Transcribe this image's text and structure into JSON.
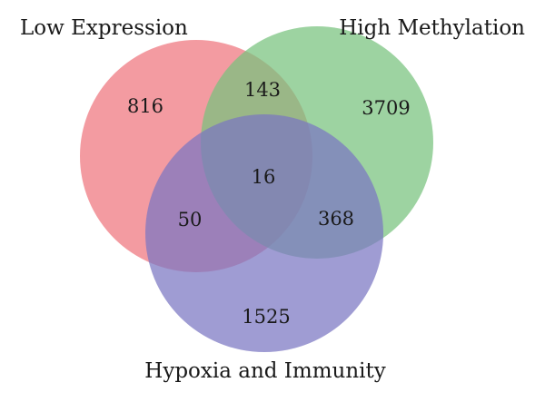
{
  "sets": [
    {
      "name": "Low Expression",
      "color": "#f07f86"
    },
    {
      "name": "High Methylation",
      "color": "#77c27d"
    },
    {
      "name": "Hypoxia and Immunity",
      "color": "#7a76c2"
    }
  ],
  "regions": {
    "low_only": "816",
    "high_only": "3709",
    "hypoxia_only": "1525",
    "low_high": "143",
    "low_hypoxia": "50",
    "high_hypoxia": "368",
    "all_three": "16"
  }
}
